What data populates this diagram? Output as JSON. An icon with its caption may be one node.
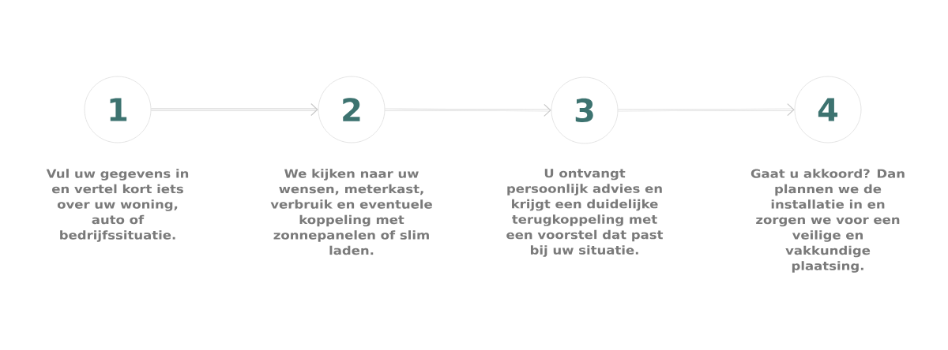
{
  "diagram": {
    "nodes": [
      {
        "text": [
          "1"
        ],
        "beside": [
          "Vul uw gegevens in en vertel kort iets over uw woning, auto of bedrijfssituatie."
        ]
      },
      {
        "text": [
          "2"
        ],
        "beside": [
          "We kijken naar uw wensen, meterkast, verbruik en eventuele koppeling met zonnepanelen of slim laden."
        ]
      },
      {
        "text": [
          "3"
        ],
        "beside": [
          "U ontvangt persoonlijk advies en krijgt een duidelijke terugkoppeling met een voorstel dat past bij uw situatie."
        ]
      },
      {
        "text": [
          "4"
        ],
        "beside": [
          "Gaat u akkoord? Dan plannen we de installatie in en zorgen we voor een veilige en vakkundige plaatsing."
        ]
      }
    ],
    "edges": [
      {
        "from": 0,
        "to": 1,
        "arrow": "to"
      },
      {
        "from": 1,
        "to": 2,
        "arrow": "to"
      },
      {
        "from": 2,
        "to": 3,
        "arrow": "to"
      }
    ]
  }
}
